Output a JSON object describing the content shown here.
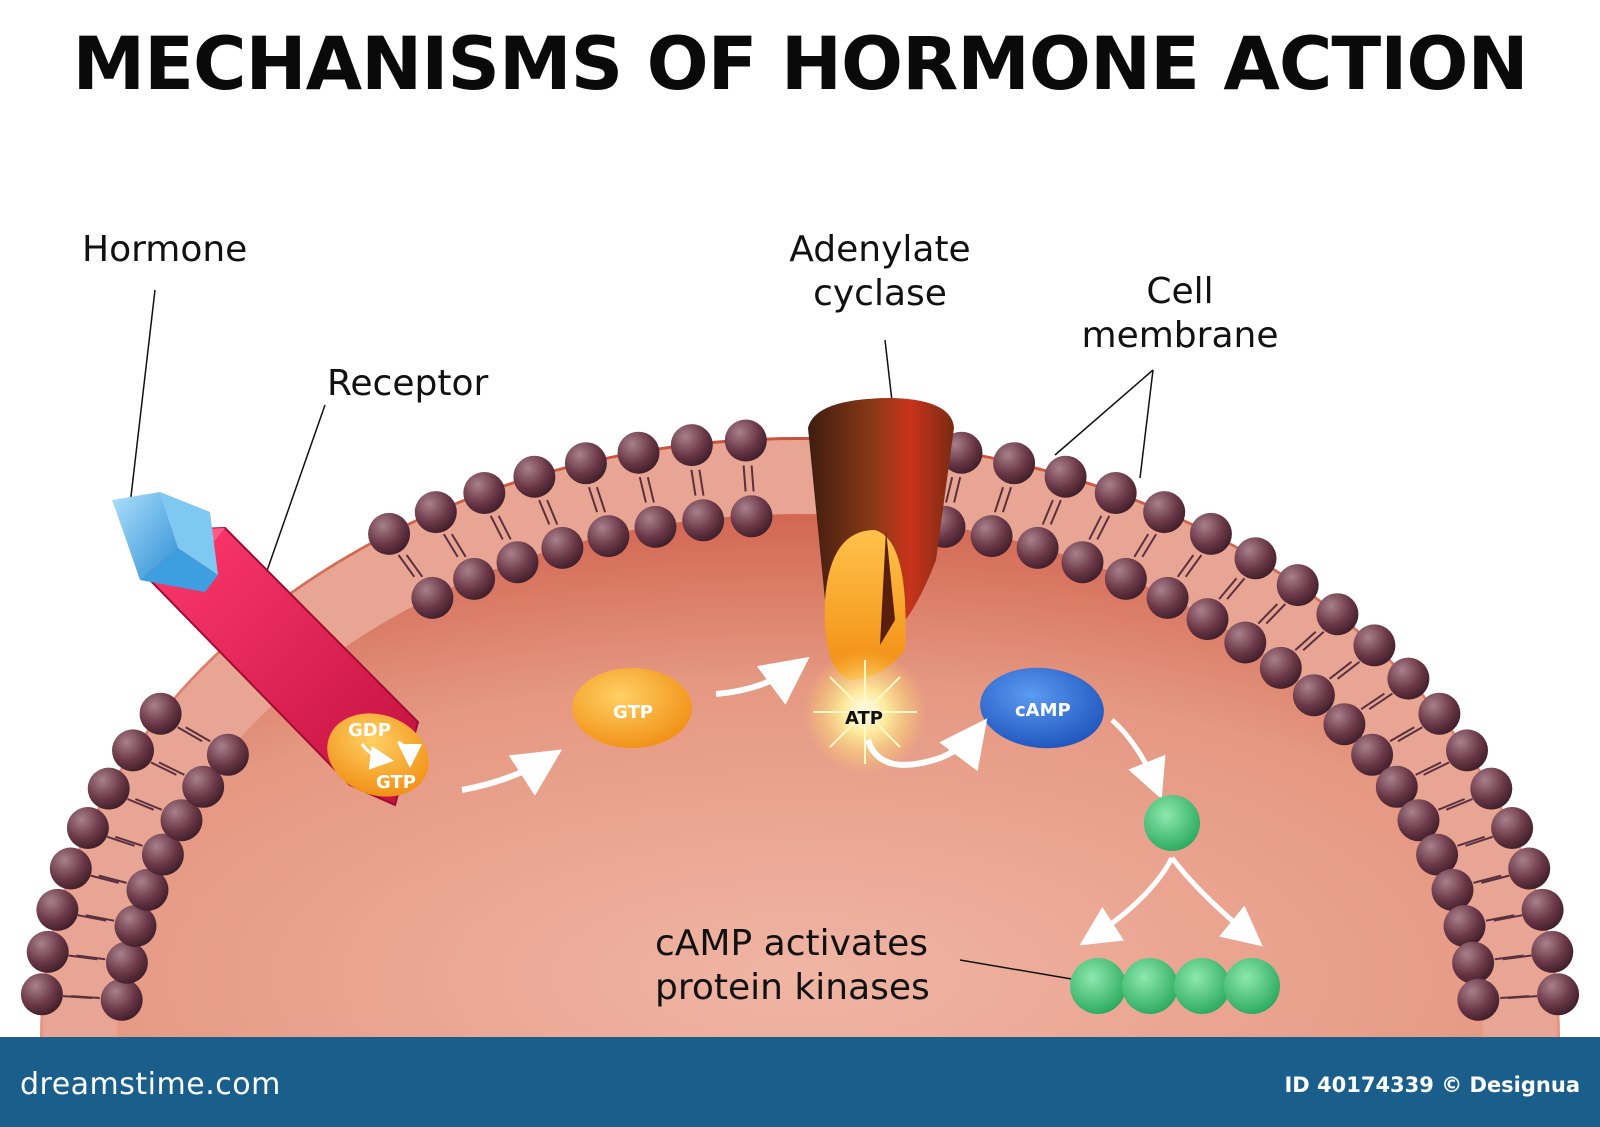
{
  "title": "MECHANISMS OF HORMONE ACTION",
  "labels": {
    "hormone": "Hormone",
    "receptor": "Receptor",
    "adenylate_line1": "Adenylate",
    "adenylate_line2": "cyclase",
    "membrane_line1": "Cell",
    "membrane_line2": "membrane",
    "kinase_line1": "cAMP activates",
    "kinase_line2": "protein kinases"
  },
  "molecules": {
    "gdp": "GDP",
    "gtp_bound": "GTP",
    "gtp_free": "GTP",
    "atp": "ATP",
    "camp": "cAMP"
  },
  "footer": {
    "brand": "dreamstime.com",
    "credit": "ID 40174339 © Designua"
  },
  "colors": {
    "cytoplasm": "#e0806a",
    "membrane_band": "#e7a493",
    "lipid_head": "#6b3848",
    "receptor": "#e6194f",
    "hormone": "#5ab4e6",
    "adenylate_cyclase": "#7a2a12",
    "gtp": "#f5a41c",
    "camp": "#2a6fd6",
    "kinase": "#4cc47a",
    "footer_bar": "#1a5e8c"
  },
  "icons": {
    "protein_kinase_chain": "four-linked-green-spheres",
    "regulatory_subunit": "single-green-sphere"
  }
}
